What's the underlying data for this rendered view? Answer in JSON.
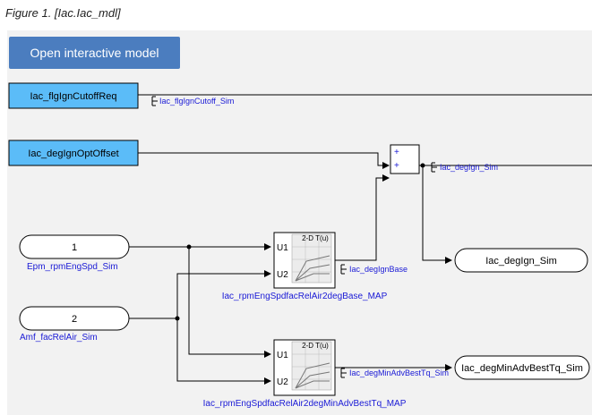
{
  "caption": "Figure 1. [Iac.Iac_mdl]",
  "open_button": "Open interactive model",
  "blocks": {
    "from_ign_cutoff": "Iac_flgIgnCutoffReq",
    "from_opt_offset": "Iac_degIgnOptOffset",
    "inport1_num": "1",
    "inport1_label": "Epm_rpmEngSpd_Sim",
    "inport2_num": "2",
    "inport2_label": "Amf_facRelAir_Sim",
    "lut1_label": "Iac_rpmEngSpdfacRelAir2degBase_MAP",
    "lut2_label": "Iac_rpmEngSpdfacRelAir2degMinAdvBestTq_MAP",
    "lut_title": "2-D T(u)",
    "lut_port_u1": "U1",
    "lut_port_u2": "U2",
    "sum_sign": "+",
    "out_ign": "Iac_degIgn_Sim",
    "out_minadv": "Iac_degMinAdvBestTq_Sim"
  },
  "signals": {
    "cutoff_sim": "Iac_flgIgnCutoff_Sim",
    "degign_sim": "Iac_degIgn_Sim",
    "degign_base": "Iac_degIgnBase",
    "minadv_sim": "Iac_degMinAdvBestTq_Sim"
  },
  "colors": {
    "from_fill": "#5bbcf8",
    "button": "#4b7dbf",
    "signal_text": "#1a1ad6"
  }
}
